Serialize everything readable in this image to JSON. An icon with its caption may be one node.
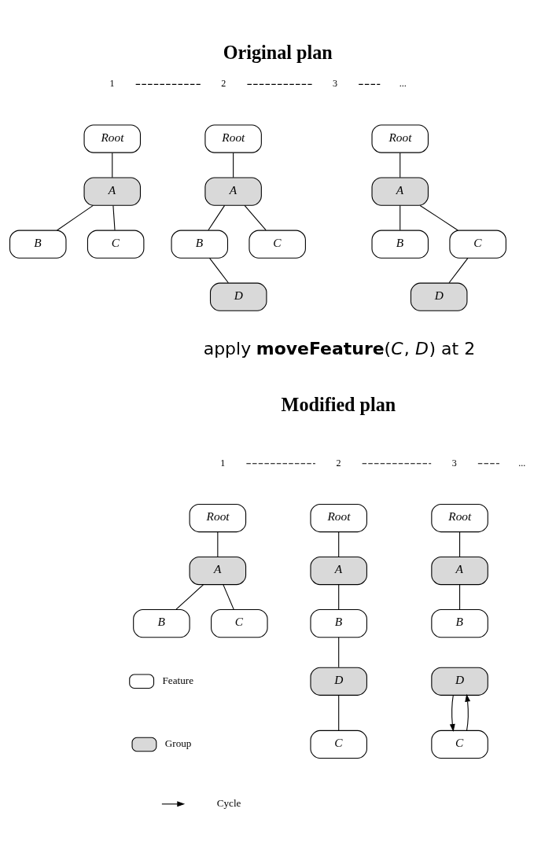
{
  "diagram": {
    "title": "Original plan",
    "nodes": [
      {
        "text": [
          "Root"
        ]
      },
      {
        "text": [
          "A"
        ]
      },
      {
        "text": [
          "B"
        ]
      },
      {
        "text": [
          "C"
        ]
      },
      {
        "text": [
          "Root"
        ]
      },
      {
        "text": [
          "A"
        ]
      },
      {
        "text": [
          "B"
        ]
      },
      {
        "text": [
          "C"
        ]
      },
      {
        "text": [
          "D"
        ]
      },
      {
        "text": [
          "Root"
        ]
      },
      {
        "text": [
          "A"
        ]
      },
      {
        "text": [
          "B"
        ]
      },
      {
        "text": [
          "C"
        ]
      },
      {
        "text": [
          "D"
        ]
      },
      {
        "text": [
          "Root"
        ]
      },
      {
        "text": [
          "A"
        ]
      },
      {
        "text": [
          "B"
        ]
      },
      {
        "text": [
          "C"
        ]
      },
      {
        "text": [
          "Root"
        ]
      },
      {
        "text": [
          "A"
        ]
      },
      {
        "text": [
          "B"
        ]
      },
      {
        "text": [
          "D"
        ]
      },
      {
        "text": [
          "C"
        ]
      },
      {
        "text": [
          "Root"
        ]
      },
      {
        "text": [
          "A"
        ]
      },
      {
        "text": [
          "B"
        ]
      },
      {
        "text": [
          "D"
        ]
      },
      {
        "text": [
          "C"
        ]
      }
    ],
    "edges": [
      {
        "from": 0,
        "to": 1,
        "arrow": "none"
      },
      {
        "from": 1,
        "to": 2,
        "arrow": "none"
      },
      {
        "from": 1,
        "to": 3,
        "arrow": "none"
      },
      {
        "from": 4,
        "to": 5,
        "arrow": "none"
      },
      {
        "from": 5,
        "to": 6,
        "arrow": "none"
      },
      {
        "from": 5,
        "to": 7,
        "arrow": "none"
      },
      {
        "from": 6,
        "to": 8,
        "arrow": "none"
      },
      {
        "from": 9,
        "to": 10,
        "arrow": "none"
      },
      {
        "from": 10,
        "to": 11,
        "arrow": "none"
      },
      {
        "from": 10,
        "to": 12,
        "arrow": "none"
      },
      {
        "from": 12,
        "to": 13,
        "arrow": "none"
      },
      {
        "from": 14,
        "to": 15,
        "arrow": "none"
      },
      {
        "from": 15,
        "to": 16,
        "arrow": "none"
      },
      {
        "from": 15,
        "to": 17,
        "arrow": "none"
      },
      {
        "from": 18,
        "to": 19,
        "arrow": "none"
      },
      {
        "from": 19,
        "to": 20,
        "arrow": "none"
      },
      {
        "from": 20,
        "to": 21,
        "arrow": "none"
      },
      {
        "from": 21,
        "to": 22,
        "arrow": "none"
      },
      {
        "from": 23,
        "to": 24,
        "arrow": "none"
      },
      {
        "from": 24,
        "to": 25,
        "arrow": "none"
      },
      {
        "from": 26,
        "to": 27,
        "arrow": "to"
      },
      {
        "from": 27,
        "to": 26,
        "arrow": "to"
      }
    ],
    "labels": [
      "1",
      "2",
      "3",
      "...",
      "apply **moveFeature**(*C*, *D*) at 2",
      "Modified plan",
      "1",
      "2",
      "3",
      "..."
    ],
    "legend": [
      {
        "text": "Feature",
        "color": "#ffffff"
      },
      {
        "text": "Group",
        "color": "#d9d9d9"
      },
      {
        "text": "Cycle"
      }
    ]
  }
}
